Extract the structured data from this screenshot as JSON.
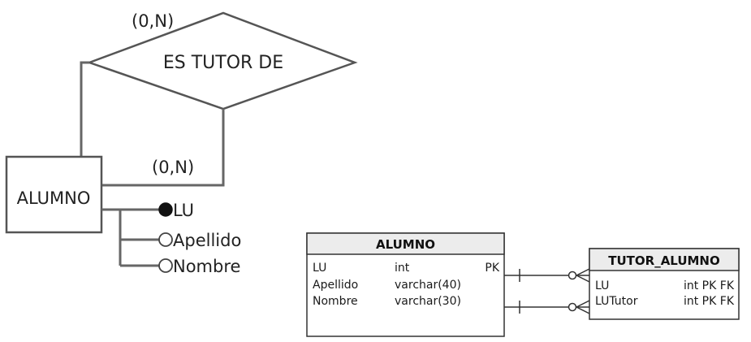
{
  "er": {
    "relationship": "ES TUTOR DE",
    "entity": "ALUMNO",
    "card_top": "(0,N)",
    "card_bottom": "(0,N)",
    "attributes": [
      {
        "label": "LU",
        "key": true
      },
      {
        "label": "Apellido",
        "key": false
      },
      {
        "label": "Nombre",
        "key": false
      }
    ]
  },
  "table_alumno": {
    "title": "ALUMNO",
    "rows": [
      {
        "name": "LU",
        "type": "int",
        "key": "PK"
      },
      {
        "name": "Apellido",
        "type": "varchar(40)",
        "key": ""
      },
      {
        "name": "Nombre",
        "type": "varchar(30)",
        "key": ""
      }
    ]
  },
  "table_tutor": {
    "title": "TUTOR_ALUMNO",
    "rows": [
      {
        "name": "LU",
        "type": "int PK FK"
      },
      {
        "name": "LUTutor",
        "type": "int PK FK"
      }
    ]
  },
  "colors": {
    "line": "#666666",
    "header_fill": "#ececec",
    "key_fill": "#111111"
  }
}
